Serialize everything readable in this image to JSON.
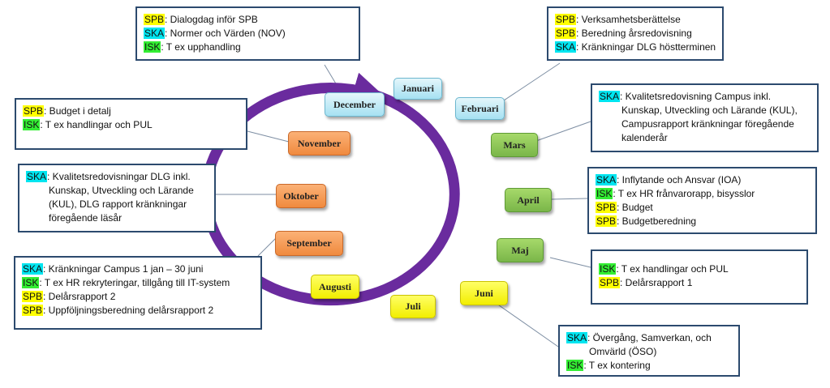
{
  "colors": {
    "ring": "#6a2b9e",
    "callout_border": "#2c4a6e",
    "SPB": "#ffff00",
    "SKA": "#00e5f0",
    "ISK": "#33ee33"
  },
  "months": [
    {
      "id": "januari",
      "label": "Januari",
      "color": "blue"
    },
    {
      "id": "februari",
      "label": "Februari",
      "color": "blue"
    },
    {
      "id": "mars",
      "label": "Mars",
      "color": "green"
    },
    {
      "id": "april",
      "label": "April",
      "color": "green"
    },
    {
      "id": "maj",
      "label": "Maj",
      "color": "green"
    },
    {
      "id": "juni",
      "label": "Juni",
      "color": "yellow"
    },
    {
      "id": "juli",
      "label": "Juli",
      "color": "yellow"
    },
    {
      "id": "augusti",
      "label": "Augusti",
      "color": "yellow"
    },
    {
      "id": "september",
      "label": "September",
      "color": "orange"
    },
    {
      "id": "oktober",
      "label": "Oktober",
      "color": "orange"
    },
    {
      "id": "november",
      "label": "November",
      "color": "orange"
    },
    {
      "id": "december",
      "label": "December",
      "color": "blue"
    }
  ],
  "callouts": {
    "december": [
      {
        "tag": "SPB",
        "text": ": Dialogdag inför SPB"
      },
      {
        "tag": "SKA",
        "text": ": Normer och Värden (NOV)"
      },
      {
        "tag": "ISK",
        "text": ": T ex upphandling"
      }
    ],
    "februari": [
      {
        "tag": "SPB",
        "text": ": Verksamhetsberättelse"
      },
      {
        "tag": "SPB",
        "text": ": Beredning årsredovisning"
      },
      {
        "tag": "SKA",
        "text": ": Kränkningar DLG höstterminen"
      }
    ],
    "november": [
      {
        "tag": "SPB",
        "text": ": Budget i detalj"
      },
      {
        "tag": "ISK",
        "text": ": T ex handlingar och PUL"
      }
    ],
    "mars": [
      {
        "tag": "SKA",
        "text": ": Kvalitetsredovisning Campus inkl."
      },
      {
        "tag": "",
        "text": "Kunskap, Utveckling och Lärande (KUL),"
      },
      {
        "tag": "",
        "text": "Campusrapport kränkningar föregående"
      },
      {
        "tag": "",
        "text": "kalenderår"
      }
    ],
    "oktober": [
      {
        "tag": "SKA",
        "text": ": Kvalitetsredovisningar DLG inkl."
      },
      {
        "tag": "",
        "text": "Kunskap, Utveckling och Lärande"
      },
      {
        "tag": "",
        "text": "(KUL), DLG rapport kränkningar"
      },
      {
        "tag": "",
        "text": "föregående läsår"
      }
    ],
    "april": [
      {
        "tag": "SKA",
        "text": ": Inflytande och Ansvar (IOA)"
      },
      {
        "tag": "ISK",
        "text": ": T ex HR frånvarorapp, bisysslor"
      },
      {
        "tag": "SPB",
        "text": ": Budget"
      },
      {
        "tag": "SPB",
        "text": ": Budgetberedning"
      }
    ],
    "september": [
      {
        "tag": "SKA",
        "text": ": Kränkningar Campus 1 jan – 30 juni"
      },
      {
        "tag": "ISK",
        "text": ": T ex HR rekryteringar, tillgång till IT-system"
      },
      {
        "tag": "SPB",
        "text": ": Delårsrapport 2"
      },
      {
        "tag": "SPB",
        "text": ": Uppföljningsberedning delårsrapport 2"
      }
    ],
    "maj": [
      {
        "tag": "ISK",
        "text": ": T ex handlingar och PUL"
      },
      {
        "tag": "SPB",
        "text": ": Delårsrapport 1"
      }
    ],
    "juni": [
      {
        "tag": "SKA",
        "text": ": Övergång, Samverkan, och"
      },
      {
        "tag": "",
        "text": "Omvärld (ÖSO)"
      },
      {
        "tag": "ISK",
        "text": ": T ex kontering"
      }
    ]
  }
}
